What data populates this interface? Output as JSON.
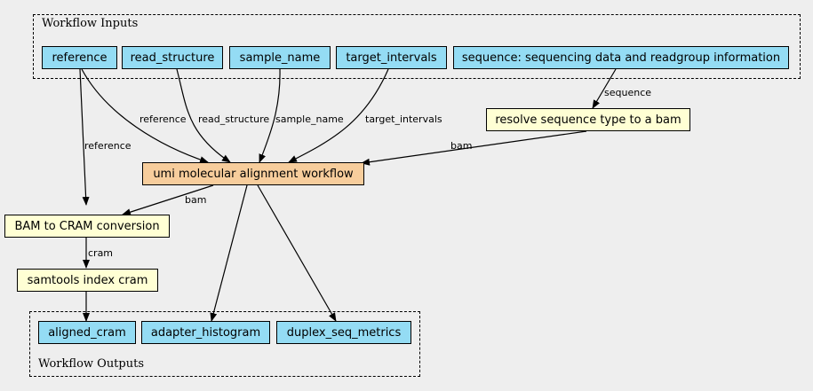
{
  "clusters": {
    "inputs": "Workflow Inputs",
    "outputs": "Workflow Outputs"
  },
  "inputs": {
    "reference": "reference",
    "read_structure": "read_structure",
    "sample_name": "sample_name",
    "target_intervals": "target_intervals",
    "sequence": "sequence: sequencing data and readgroup information"
  },
  "steps": {
    "resolve": "resolve sequence type to a bam",
    "umi": "umi molecular alignment workflow",
    "bam_to_cram": "BAM to CRAM conversion",
    "index": "samtools index cram"
  },
  "outputs": {
    "aligned_cram": "aligned_cram",
    "adapter_histogram": "adapter_histogram",
    "duplex_seq_metrics": "duplex_seq_metrics"
  },
  "edge_labels": {
    "sequence": "sequence",
    "reference_a": "reference",
    "read_structure": "read_structure",
    "sample_name": "sample_name",
    "target_intervals": "target_intervals",
    "bam_a": "bam",
    "reference_b": "reference",
    "bam_b": "bam",
    "cram": "cram"
  },
  "colors": {
    "io": "#94dcf4",
    "step": "#ffffd4",
    "workflow": "#f7cd9c",
    "background": "#eeeeee"
  }
}
